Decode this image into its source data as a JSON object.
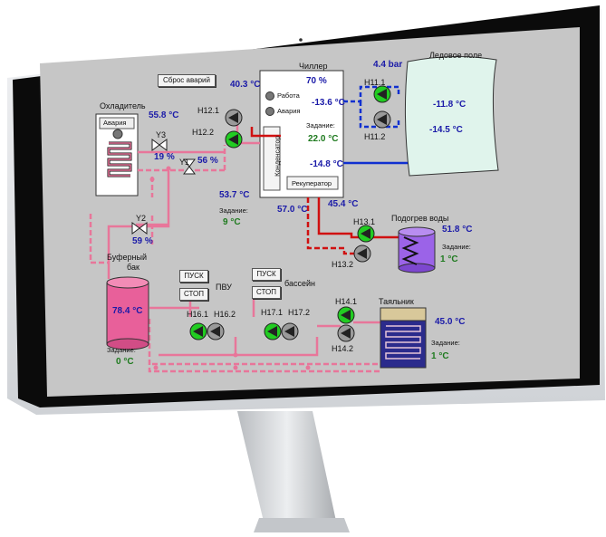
{
  "colors": {
    "screen_bg": "#c6c6c6",
    "hot_line": "#e8769a",
    "red_line": "#d01010",
    "blue_line": "#1030d0",
    "pump_green": "#22cc22",
    "tank_buffer": "#e8609a",
    "tank_heater": "#9b63e8",
    "ice_field": "#e0f4ec",
    "dryer": "#2b2b8c"
  },
  "buttons": {
    "reset_alarms": "Сброс аварий",
    "pvu_start": "ПУСК",
    "pvu_stop": "СТОП",
    "pool_start": "ПУСК",
    "pool_stop": "СТОП"
  },
  "cooler": {
    "title": "Охладитель",
    "alarm": "Авария",
    "temp": "55.8 °C"
  },
  "valves": {
    "y3": {
      "label": "Y3",
      "value": "19 %"
    },
    "y1": {
      "label": "Y1",
      "value": "56 %"
    },
    "y2": {
      "label": "Y2",
      "value": "59 %"
    }
  },
  "pumps": {
    "h12_1": "H12.1",
    "h12_2": "H12.2",
    "h11_1": "H11.1",
    "h11_2": "H11.2",
    "h13_1": "H13.1",
    "h13_2": "H13.2",
    "h14_1": "H14.1",
    "h14_2": "H14.2",
    "h16_1": "H16.1",
    "h16_2": "H16.2",
    "h17_1": "H17.1",
    "h17_2": "H17.2"
  },
  "chiller": {
    "title": "Чиллер",
    "percent": "70 %",
    "work": "Работа",
    "alarm": "Авария",
    "condenser": "Конденсатор",
    "recuperator": "Рекуператор",
    "setpoint_label": "Задание:",
    "setpoint_value": "22.0 °C",
    "t_evap_in": "-13.6 °C",
    "t_evap_out": "-14.8 °C",
    "t_cond_in": "40.3 °C",
    "t_cond_out": "53.7 °C",
    "t_recup": "57.0 °C",
    "t_recup_out": "45.4 °C",
    "cond_setpoint_label": "Задание:",
    "cond_setpoint_value": "9 °C"
  },
  "ice": {
    "pressure": "4.4 bar",
    "title": "Ледовое поле",
    "t1": "-11.8 °C",
    "t2": "-14.5 °C"
  },
  "water_heater": {
    "title": "Подогрев воды",
    "temp": "51.8 °C",
    "setpoint_label": "Задание:",
    "setpoint_value": "1 °C"
  },
  "buffer": {
    "title_line1": "Буферный",
    "title_line2": "бак",
    "temp": "78.4 °C",
    "setpoint_label": "Задание:",
    "setpoint_value": "0 °C"
  },
  "pvu": {
    "title": "ПВУ"
  },
  "pool": {
    "title": "бассейн"
  },
  "melter": {
    "title": "Таяльник",
    "temp": "45.0 °C",
    "setpoint_label": "Задание:",
    "setpoint_value": "1 °C"
  }
}
